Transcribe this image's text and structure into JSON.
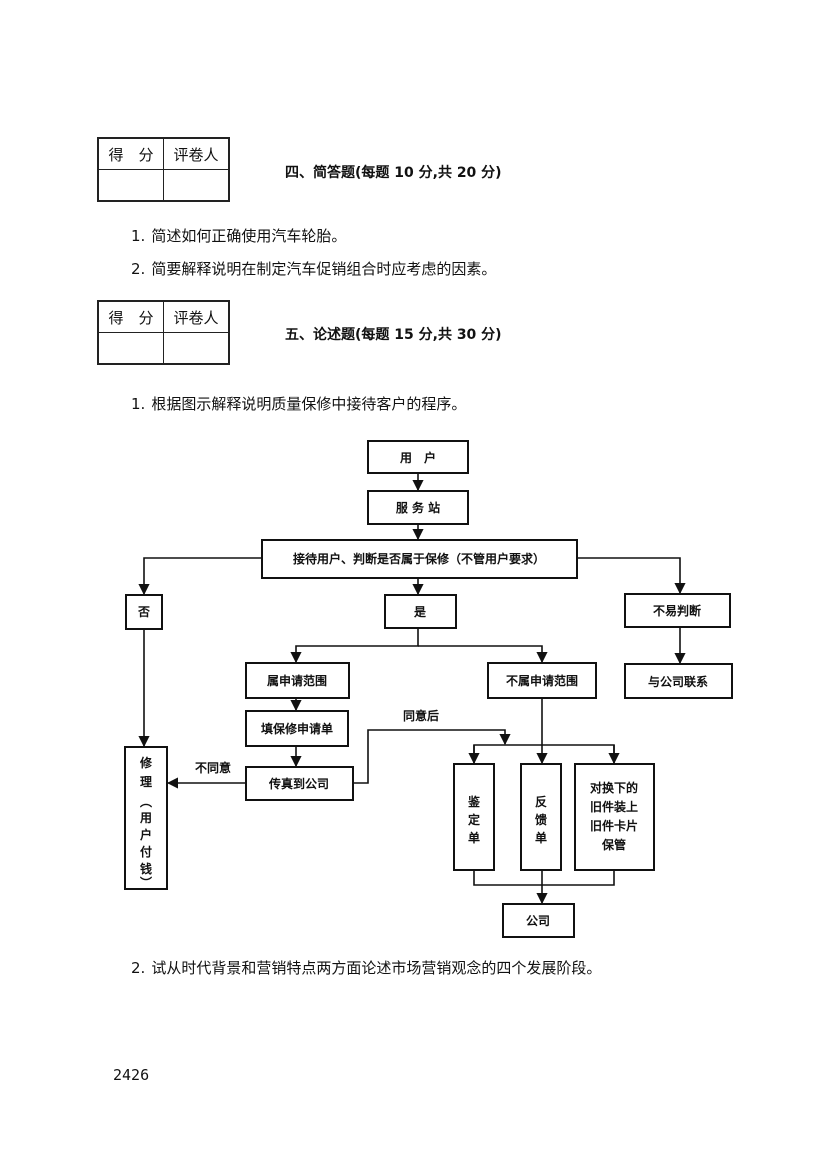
{
  "score_table": {
    "score_label": "得　分",
    "grader_label": "评卷人"
  },
  "section4": {
    "title": "四、简答题(每题 10 分,共 20 分)",
    "questions": [
      {
        "num": "1.",
        "text": "简述如何正确使用汽车轮胎。"
      },
      {
        "num": "2.",
        "text": "简要解释说明在制定汽车促销组合时应考虑的因素。"
      }
    ]
  },
  "section5": {
    "title": "五、论述题(每题 15 分,共 30 分)",
    "questions": [
      {
        "num": "1.",
        "text": "根据图示解释说明质量保修中接待客户的程序。"
      },
      {
        "num": "2.",
        "text": "试从时代背景和营销特点两方面论述市场营销观念的四个发展阶段。"
      }
    ]
  },
  "flowchart": {
    "user": "用　户",
    "service_station": "服 务 站",
    "reception": "接待用户、判断是否属于保修（不管用户要求）",
    "no": "否",
    "yes": "是",
    "hard_to_judge": "不易判断",
    "within_scope": "属申请范围",
    "outside_scope": "不属申请范围",
    "contact_company": "与公司联系",
    "fill_form": "填保修申请单",
    "fax_company": "传真到公司",
    "after_agree": "同意后",
    "disagree": "不同意",
    "repair": [
      "修",
      "理",
      "︵",
      "用",
      "户",
      "付",
      "钱",
      "︶"
    ],
    "appraisal": [
      "鉴",
      "定",
      "单"
    ],
    "feedback": [
      "反",
      "馈",
      "单"
    ],
    "old_parts": [
      "对换下的",
      "旧件装上",
      "旧件卡片",
      "保管"
    ],
    "company": "公司"
  },
  "page_number": "2426"
}
